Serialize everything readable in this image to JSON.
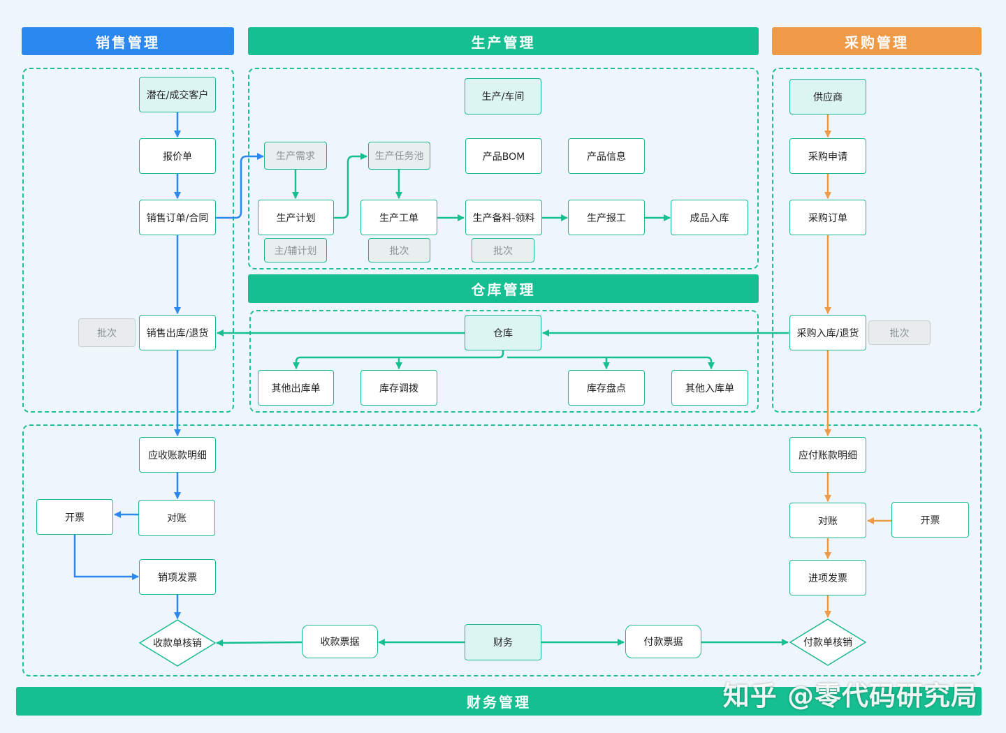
{
  "banners": {
    "sales": "销售管理",
    "production": "生产管理",
    "purchase": "采购管理",
    "warehouse": "仓库管理",
    "finance": "财务管理"
  },
  "colors": {
    "sales": "#2b88ef",
    "production": "#16bf91",
    "purchase": "#ef9a47",
    "finance_flow": "#16bf91"
  },
  "nodes": {
    "customer": "潜在/成交客户",
    "quote": "报价单",
    "sales_order": "销售订单/合同",
    "sales_outbound": "销售出库/退货",
    "sales_batch": "批次",
    "workshop": "生产/车间",
    "prod_demand": "生产需求",
    "prod_task_pool": "生产任务池",
    "product_bom": "产品BOM",
    "product_info": "产品信息",
    "prod_plan": "生产计划",
    "main_aux_plan": "主/辅计划",
    "work_order": "生产工单",
    "work_order_batch": "批次",
    "material_prep": "生产备料-领料",
    "material_batch": "批次",
    "prod_report": "生产报工",
    "finished_inbound": "成品入库",
    "warehouse": "仓库",
    "other_outbound": "其他出库单",
    "stock_transfer": "库存调拨",
    "stock_count": "库存盘点",
    "other_inbound": "其他入库单",
    "supplier": "供应商",
    "purchase_request": "采购申请",
    "purchase_order": "采购订单",
    "purchase_inbound": "采购入库/退货",
    "purchase_batch": "批次",
    "receivable": "应收账款明细",
    "reconcile_sales": "对账",
    "invoice_sales": "开票",
    "sales_invoice": "销项发票",
    "receipt_writeoff": "收款单核销",
    "receipt_bill": "收款票据",
    "finance": "财务",
    "payment_bill": "付款票据",
    "payment_writeoff": "付款单核销",
    "payable": "应付账款明细",
    "reconcile_purchase": "对账",
    "invoice_purchase": "开票",
    "input_invoice": "进项发票"
  },
  "watermark": "知乎 @零代码研究局"
}
